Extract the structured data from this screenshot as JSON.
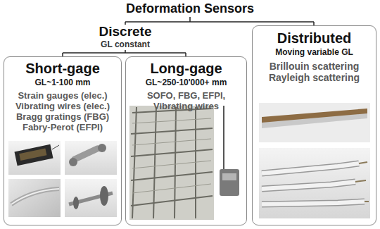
{
  "diagram": {
    "title": "Deformation Sensors",
    "nodes": [
      {
        "text": [
          "Short-gage",
          "GL~1-100 mm",
          "Strain gauges (elec.)",
          "Vibrating wires (elec.)",
          "Bragg gratings (FBG)",
          "Fabry-Perot (EFPI)"
        ]
      },
      {
        "text": [
          "Long-gage",
          "GL~250-10'000+ mm",
          "SOFO, FBG, EFPI, Vibrating wires"
        ]
      },
      {
        "text": [
          "Distributed",
          "Moving variable GL",
          "Brillouin scattering",
          "Rayleigh scattering"
        ]
      }
    ],
    "labels": [
      "Discrete",
      "GL constant"
    ]
  }
}
